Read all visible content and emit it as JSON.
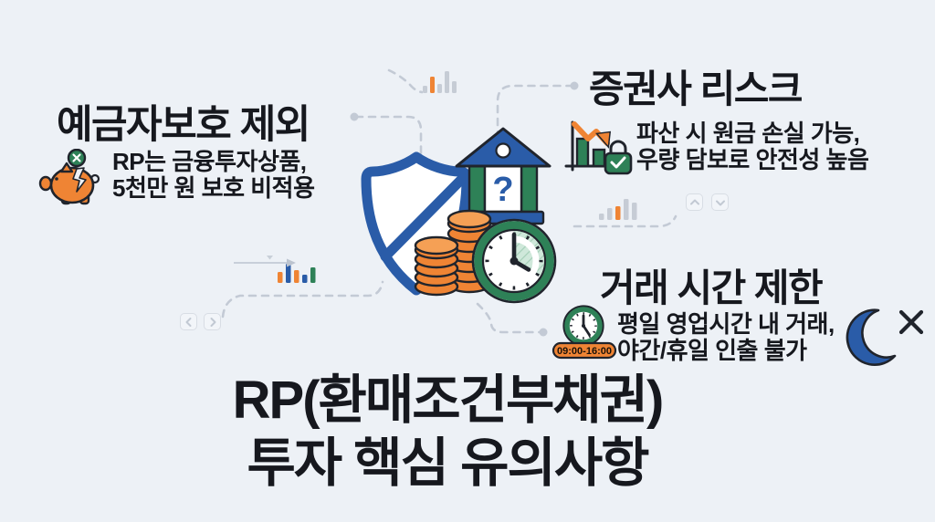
{
  "colors": {
    "background": "#edf1f6",
    "text": "#16181e",
    "orange": "#ef8434",
    "orange_light": "#f5a055",
    "green": "#2e8157",
    "green_light": "#cfe8da",
    "blue": "#2a5ca8",
    "outline": "#20242c",
    "connector": "#c3cad5",
    "bar_gray": "#c6ccd5",
    "button_border": "#d8dde4",
    "button_glyph": "#c2c9d3"
  },
  "main_title": {
    "line1": "RP(환매조건부채권)",
    "line2": "투자 핵심 유의사항"
  },
  "sections": {
    "deposit_protection": {
      "title": "예금자보호 제외",
      "desc_line1": "RP는 금융투자상품,",
      "desc_line2": "5천만 원 보호 비적용",
      "icon": "broken-piggy-bank-with-x-coin"
    },
    "broker_risk": {
      "title": "증권사 리스크",
      "desc_line1": "파산 시 원금 손실 가능,",
      "desc_line2": "우량 담보로 안전성 높음",
      "icon": "declining-chart-with-lock"
    },
    "trading_hours": {
      "title": "거래 시간 제한",
      "desc_line1": "평일 영업시간 내 거래,",
      "desc_line2": "야간/휴일 인출 불가",
      "badge": "09:00-16:00",
      "icon_left": "clock-with-business-hours-badge",
      "icon_right": "crescent-moon-with-x"
    }
  },
  "center_illustration": {
    "question_mark": "?",
    "elements": [
      "crossed-out-shield",
      "bank-building-with-question-mark",
      "orange-coin-stacks",
      "clock-with-highlighted-hours"
    ]
  },
  "decorations": {
    "icons": [
      "mini-bar-chart-top",
      "mini-bar-chart-left",
      "mini-bar-chart-right",
      "right-arrow",
      "chevron-left-button",
      "chevron-right-button",
      "chevron-up-button",
      "chevron-down-button",
      "dashed-connectors"
    ]
  }
}
